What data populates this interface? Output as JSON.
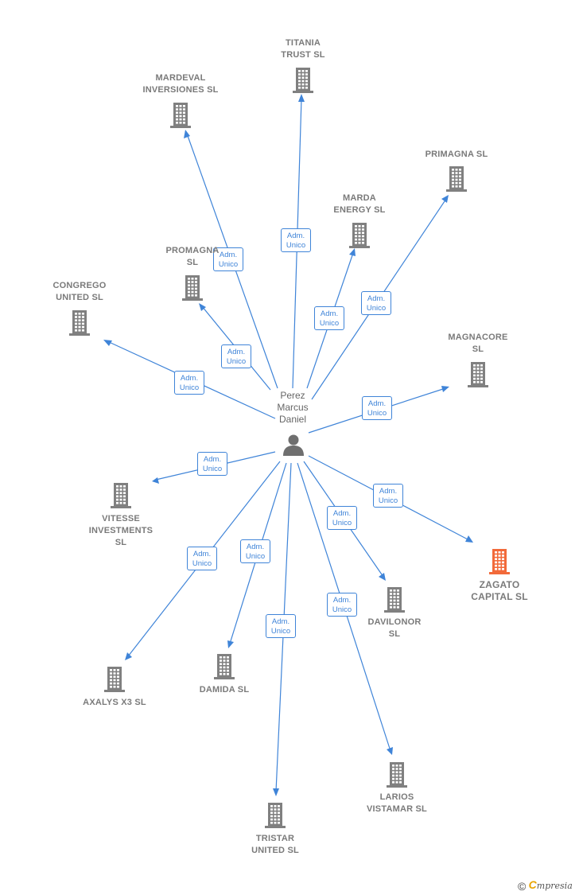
{
  "person": {
    "name": "Perez\nMarcus\nDaniel",
    "icon": "person-icon"
  },
  "role_label": "Adm.\nUnico",
  "colors": {
    "edge": "#3f84d8",
    "building": "#808080",
    "highlight": "#f26a3a"
  },
  "companies": [
    {
      "id": "titania",
      "name": "TITANIA\nTRUST  SL",
      "icon": "building-icon"
    },
    {
      "id": "mardeval",
      "name": "MARDEVAL\nINVERSIONES SL",
      "icon": "building-icon"
    },
    {
      "id": "primagna",
      "name": "PRIMAGNA  SL",
      "icon": "building-icon"
    },
    {
      "id": "marda",
      "name": "MARDA\nENERGY  SL",
      "icon": "building-icon"
    },
    {
      "id": "promagna",
      "name": "PROMAGNA\nSL",
      "icon": "building-icon"
    },
    {
      "id": "congrego",
      "name": "CONGREGO\nUNITED SL",
      "icon": "building-icon"
    },
    {
      "id": "magnacore",
      "name": "MAGNACORE\nSL",
      "icon": "building-icon"
    },
    {
      "id": "vitesse",
      "name": "VITESSE\nINVESTMENTS\nSL",
      "icon": "building-icon"
    },
    {
      "id": "zagato",
      "name": "ZAGATO\nCAPITAL  SL",
      "icon": "building-icon",
      "highlight": true
    },
    {
      "id": "davilonor",
      "name": "DAVILONOR\nSL",
      "icon": "building-icon"
    },
    {
      "id": "axalys",
      "name": "AXALYS X3  SL",
      "icon": "building-icon"
    },
    {
      "id": "damida",
      "name": "DAMIDA  SL",
      "icon": "building-icon"
    },
    {
      "id": "larios",
      "name": "LARIOS\nVISTAMAR  SL",
      "icon": "building-icon"
    },
    {
      "id": "tristar",
      "name": "TRISTAR\nUNITED  SL",
      "icon": "building-icon"
    }
  ],
  "watermark": {
    "copyright": "©",
    "brand_initial": "C",
    "brand_rest": "mpresia"
  }
}
